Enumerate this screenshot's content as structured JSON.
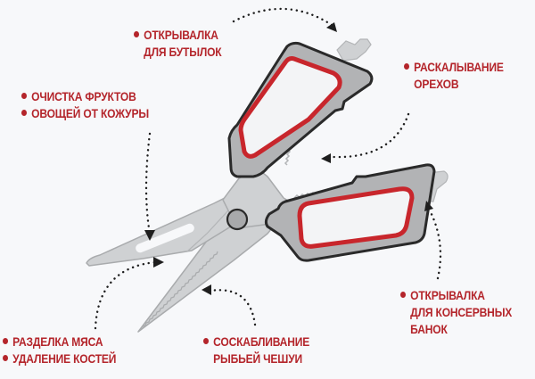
{
  "diagram": {
    "subject": "multifunction kitchen scissors",
    "colors": {
      "background": "#f7f8fa",
      "label_text": "#b4252b",
      "handle_fill": "#b2b3b5",
      "handle_outline": "#2a2a2a",
      "handle_accent": "#c8262c",
      "blade_fill": "#cfd1d3",
      "blade_outline": "#a9abad",
      "pivot_fill": "#a8a9ab"
    },
    "callouts": [
      {
        "id": "bottle-opener",
        "lines": [
          "ОТКРЫВАЛКА",
          "ДЛЯ БУТЫЛОК"
        ],
        "bullets": 1
      },
      {
        "id": "nut-cracking",
        "lines": [
          "РАСКАЛЫВАНИЕ",
          "ОРЕХОВ"
        ],
        "bullets": 1
      },
      {
        "id": "peeling",
        "lines": [
          "ОЧИСТКА ФРУКТОВ",
          "ОВОЩЕЙ ОТ КОЖУРЫ"
        ],
        "bullets": 2
      },
      {
        "id": "can-opener",
        "lines": [
          "ОТКРЫВАЛКА",
          "ДЛЯ КОНСЕРВНЫХ",
          "БАНОК"
        ],
        "bullets": 1
      },
      {
        "id": "meat-bones",
        "lines": [
          "РАЗДЕЛКА МЯСА",
          "УДАЛЕНИЕ КОСТЕЙ"
        ],
        "bullets": 2
      },
      {
        "id": "fish-scale",
        "lines": [
          "СОСКАБЛИВАНИЕ",
          "РЫБЬЕЙ ЧЕШУИ"
        ],
        "bullets": 1
      }
    ]
  }
}
